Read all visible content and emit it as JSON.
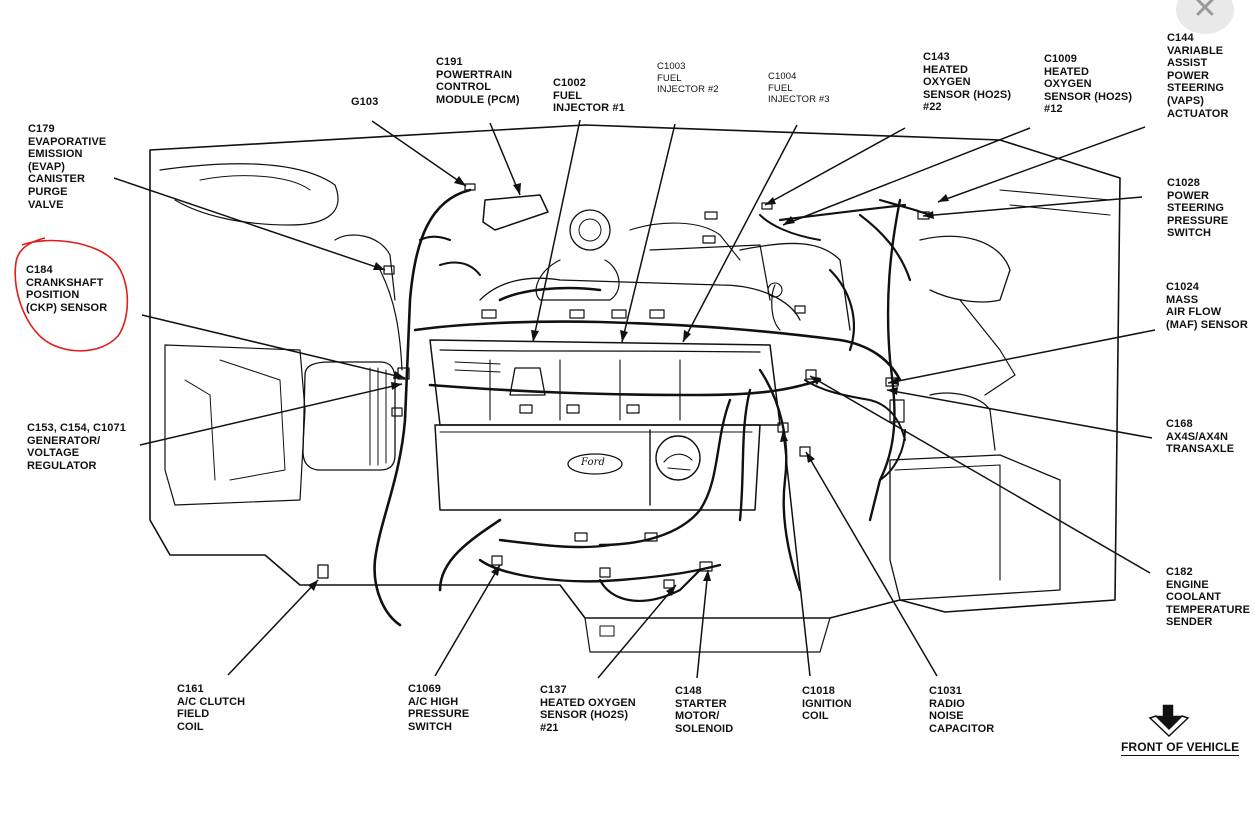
{
  "labels": {
    "g103": "G103",
    "c191": "C191\nPOWERTRAIN\nCONTROL\nMODULE (PCM)",
    "c1002": "C1002\nFUEL\nINJECTOR #1",
    "c1003": "C1003\nFUEL\nINJECTOR #2",
    "c1004": "C1004\nFUEL\nINJECTOR #3",
    "c143": "C143\nHEATED\nOXYGEN\nSENSOR (HO2S)\n#22",
    "c1009": "C1009\nHEATED\nOXYGEN\nSENSOR (HO2S)\n#12",
    "c144": "C144\nVARIABLE\nASSIST\nPOWER\nSTEERING\n(VAPS)\nACTUATOR",
    "c179": "C179\nEVAPORATIVE\nEMISSION\n(EVAP)\nCANISTER\nPURGE\nVALVE",
    "c184": "C184\nCRANKSHAFT\nPOSITION\n(CKP) SENSOR",
    "c153": "C153, C154, C1071\nGENERATOR/\nVOLTAGE\nREGULATOR",
    "c1028": "C1028\nPOWER\nSTEERING\nPRESSURE\nSWITCH",
    "c1024": "C1024\nMASS\nAIR FLOW\n(MAF) SENSOR",
    "c168": "C168\nAX4S/AX4N\nTRANSAXLE",
    "c182": "C182\nENGINE\nCOOLANT\nTEMPERATURE\nSENDER",
    "c161": "C161\nA/C CLUTCH\nFIELD\nCOIL",
    "c1069": "C1069\nA/C HIGH\nPRESSURE\nSWITCH",
    "c137": "C137\nHEATED OXYGEN\nSENSOR (HO2S)\n#21",
    "c148": "C148\nSTARTER\nMOTOR/\nSOLENOID",
    "c1018": "C1018\nIGNITION\nCOIL",
    "c1031": "C1031\nRADIO\nNOISE\nCAPACITOR",
    "front": "FRONT OF VEHICLE",
    "logo": "Ford"
  },
  "icons": {
    "close": "close-icon",
    "front_arrow": "front-arrow-icon"
  },
  "colors": {
    "line": "#111111",
    "highlight": "#e01b1b",
    "close_bg": "#e9e9ea",
    "close_x": "#9a9a9a"
  }
}
